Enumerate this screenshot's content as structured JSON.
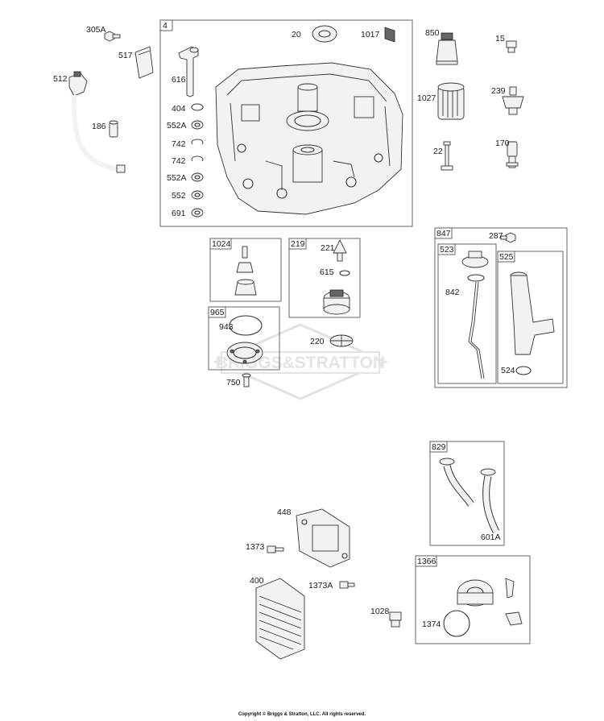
{
  "watermark": "BRIGGS&STRATTON",
  "copyright": "Copyright © Briggs & Stratton, LLC. All rights reserved.",
  "groups": {
    "g4": "4",
    "g1024": "1024",
    "g219": "219",
    "g965": "965",
    "g847": "847",
    "g523": "523",
    "g525": "525",
    "g829": "829",
    "g1366": "1366"
  },
  "parts": {
    "p305A": "305A",
    "p517": "517",
    "p512": "512",
    "p186": "186",
    "p20": "20",
    "p1017": "1017",
    "p616": "616",
    "p404": "404",
    "p552A_1": "552A",
    "p742_1": "742",
    "p742_2": "742",
    "p552A_2": "552A",
    "p552": "552",
    "p691": "691",
    "p850": "850",
    "p15": "15",
    "p1027": "1027",
    "p239": "239",
    "p22": "22",
    "p170": "170",
    "p221": "221",
    "p615": "615",
    "p220": "220",
    "p943": "943",
    "p750": "750",
    "p287": "287",
    "p842": "842",
    "p524": "524",
    "p601A": "601A",
    "p448": "448",
    "p1373": "1373",
    "p400": "400",
    "p1373A": "1373A",
    "p1028": "1028",
    "p1374": "1374"
  }
}
